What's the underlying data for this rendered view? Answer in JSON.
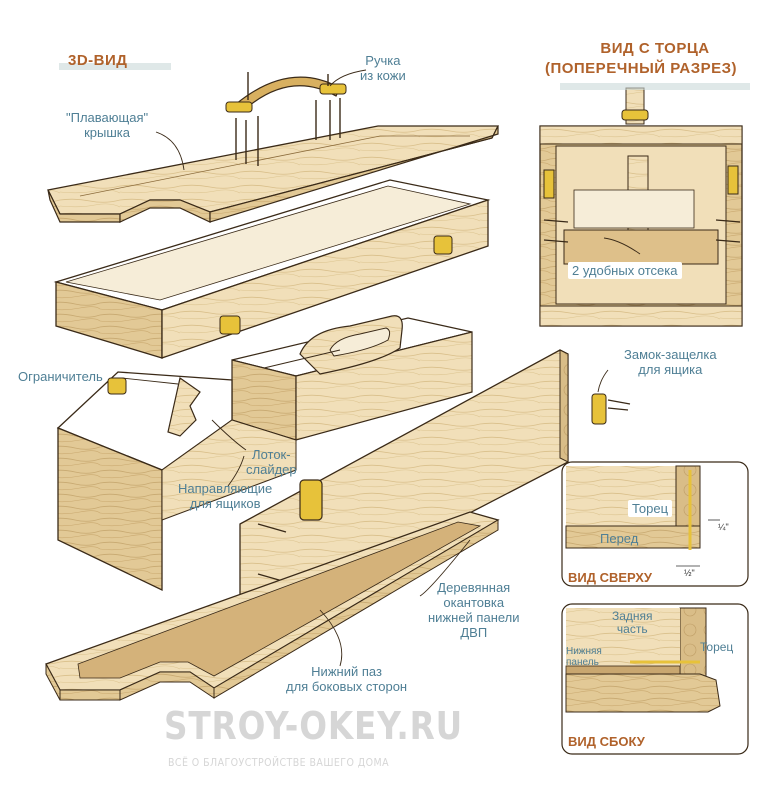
{
  "titles": {
    "view_3d": "3D-ВИД",
    "end_view_line1": "ВИД С ТОРЦА",
    "end_view_line2": "(ПОПЕРЕЧНЫЙ РАЗРЕЗ)",
    "top_view": "ВИД СВЕРХУ",
    "side_view": "ВИД СБОКУ"
  },
  "labels": {
    "handle_line1": "Ручка",
    "handle_line2": "из кожи",
    "lid_line1": "\"Плавающая\"",
    "lid_line2": "крышка",
    "stop": "Ограничитель",
    "tray_line1": "Лоток-",
    "tray_line2": "слайдер",
    "guides_line1": "Направляющие",
    "guides_line2": "для ящиков",
    "latch_line1": "Замок-защелка",
    "latch_line2": "для ящика",
    "compartments": "2 удобных отсека",
    "edging_line1": "Деревянная",
    "edging_line2": "окантовка",
    "edging_line3": "нижней панели",
    "edging_line4": "ДВП",
    "groove_line1": "Нижний паз",
    "groove_line2": "для боковых сторон"
  },
  "top_detail": {
    "end": "Торец",
    "front": "Перед",
    "dim_quarter": "¼\"",
    "dim_half": "½\""
  },
  "side_detail": {
    "back_line1": "Задняя",
    "back_line2": "часть",
    "bottom_line1": "Нижняя",
    "bottom_line2": "панель",
    "end": "Торец"
  },
  "watermark": {
    "site": "STROY-OKEY.RU",
    "tagline": "ВСЁ О БЛАГОУСТРОЙСТВЕ ВАШЕГО ДОМА"
  },
  "colors": {
    "wood_light": "#f1dfb9",
    "wood_mid": "#e2c996",
    "wood_dark": "#c9a770",
    "outline": "#3a2a18",
    "label_blue": "#4f7f95",
    "title_orange": "#b0622b",
    "brass": "#e7c23a"
  }
}
